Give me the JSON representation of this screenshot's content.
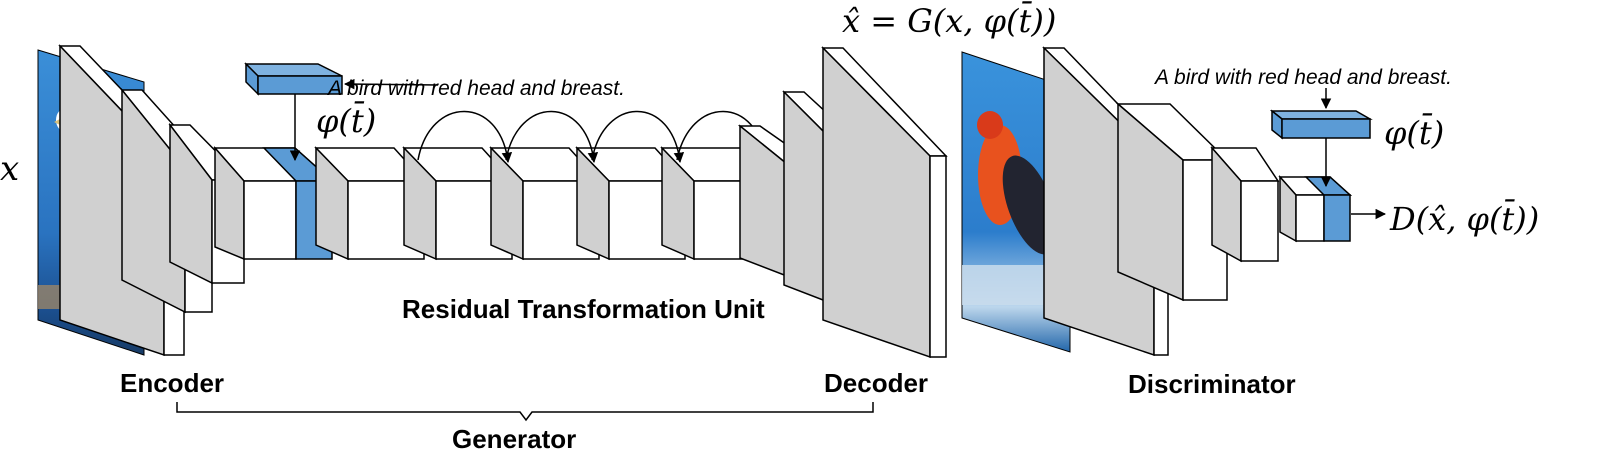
{
  "input_label": "x",
  "caption_text": "A bird with red head and breast.",
  "text_embedding_label": "φ(t̄)",
  "generator_output_label": "x̂ = G(x, φ(t̄))",
  "discriminator_output_label": "D(x̂, φ(t̄))",
  "residual_unit_label": "Residual Transformation Unit",
  "encoder_label": "Encoder",
  "decoder_label": "Decoder",
  "generator_label": "Generator",
  "discriminator_label": "Discriminator",
  "colors": {
    "embedding_blue": "#5b9bd5",
    "side_gray": "#d0d0d0",
    "face_white": "#ffffff",
    "stroke": "#000000"
  }
}
